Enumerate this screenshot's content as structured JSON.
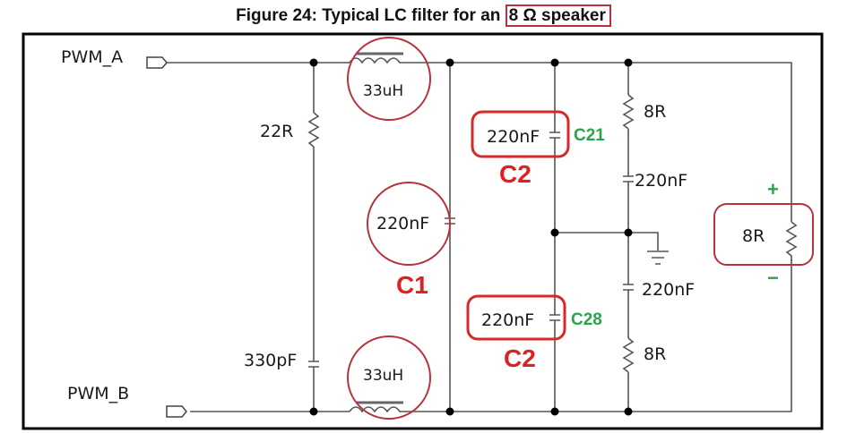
{
  "title": {
    "prefix": "Figure 24: Typical LC filter for an ",
    "highlight": "8 Ω speaker"
  },
  "colors": {
    "annotation_red": "#e02020",
    "annotation_circle": "#b8323c",
    "reference_green": "#2aa44a",
    "wire": "#555555"
  },
  "ports": {
    "pwm_a": "PWM_A",
    "pwm_b": "PWM_B"
  },
  "components": {
    "snubber_resistor": "22R",
    "snubber_capacitor": "330pF",
    "inductor_top": "33uH",
    "inductor_bottom": "33uH",
    "c1_value": "220nF",
    "c21_value": "220nF",
    "c28_value": "220nF",
    "zobel_r_top": "8R",
    "zobel_c_top": "220nF",
    "zobel_c_bottom": "220nF",
    "zobel_r_bottom": "8R",
    "load": "8R"
  },
  "annotations": {
    "c1": "C1",
    "c2_top": "C2",
    "c2_bottom": "C2",
    "ref_c21": "C21",
    "ref_c28": "C28",
    "plus": "+",
    "minus": "−"
  },
  "icons": [
    "port-connector-icon",
    "inductor-icon",
    "resistor-icon",
    "capacitor-icon",
    "ground-icon"
  ]
}
